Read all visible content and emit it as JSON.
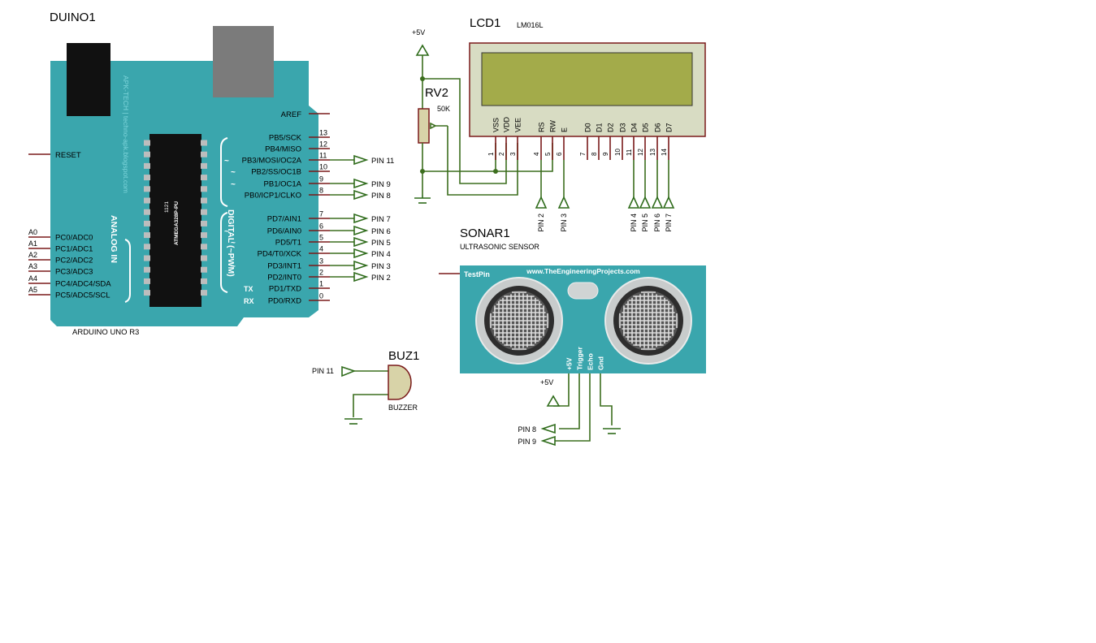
{
  "arduino": {
    "title": "DUINO1",
    "subtitle": "ARDUINO UNO R3",
    "vertical_brand": "APK-TECH | techno-apk.blogspot.com",
    "chip_id": "1121",
    "chip_name": "ATMEGA328P-PU",
    "analog_label": "ANALOG IN",
    "digital_label": "DIGITAL (~PWM)",
    "aref": "AREF",
    "reset": "RESET",
    "tx": "TX",
    "rx": "RX",
    "digital_pins": [
      {
        "name": "PB5/SCK",
        "num": "13"
      },
      {
        "name": "PB4/MISO",
        "num": "12"
      },
      {
        "name": "PB3/MOSI/OC2A",
        "num": "11"
      },
      {
        "name": "PB2/SS/OC1B",
        "num": "10"
      },
      {
        "name": "PB1/OC1A",
        "num": "9"
      },
      {
        "name": "PB0/ICP1/CLKO",
        "num": "8"
      },
      {
        "name": "PD7/AIN1",
        "num": "7"
      },
      {
        "name": "PD6/AIN0",
        "num": "6"
      },
      {
        "name": "PD5/T1",
        "num": "5"
      },
      {
        "name": "PD4/T0/XCK",
        "num": "4"
      },
      {
        "name": "PD3/INT1",
        "num": "3"
      },
      {
        "name": "PD2/INT0",
        "num": "2"
      },
      {
        "name": "PD1/TXD",
        "num": "1"
      },
      {
        "name": "PD0/RXD",
        "num": "0"
      }
    ],
    "analog_pins": [
      {
        "name": "PC0/ADC0",
        "num": "A0"
      },
      {
        "name": "PC1/ADC1",
        "num": "A1"
      },
      {
        "name": "PC2/ADC2",
        "num": "A2"
      },
      {
        "name": "PC3/ADC3",
        "num": "A3"
      },
      {
        "name": "PC4/ADC4/SDA",
        "num": "A4"
      },
      {
        "name": "PC5/ADC5/SCL",
        "num": "A5"
      }
    ],
    "tilde": "~",
    "terminals": [
      "PIN 11",
      "PIN 9",
      "PIN 8",
      "PIN 7",
      "PIN 6",
      "PIN 5",
      "PIN 4",
      "PIN 3",
      "PIN 2"
    ]
  },
  "lcd": {
    "title": "LCD1",
    "model": "LM016L",
    "pins": [
      {
        "name": "VSS",
        "num": "1"
      },
      {
        "name": "VDD",
        "num": "2"
      },
      {
        "name": "VEE",
        "num": "3"
      },
      {
        "name": "RS",
        "num": "4"
      },
      {
        "name": "RW",
        "num": "5"
      },
      {
        "name": "E",
        "num": "6"
      },
      {
        "name": "D0",
        "num": "7"
      },
      {
        "name": "D1",
        "num": "8"
      },
      {
        "name": "D2",
        "num": "9"
      },
      {
        "name": "D3",
        "num": "10"
      },
      {
        "name": "D4",
        "num": "11"
      },
      {
        "name": "D5",
        "num": "12"
      },
      {
        "name": "D6",
        "num": "13"
      },
      {
        "name": "D7",
        "num": "14"
      }
    ],
    "terminals": [
      "PIN 2",
      "PIN 3",
      "PIN 4",
      "PIN 5",
      "PIN 6",
      "PIN 7"
    ]
  },
  "pot": {
    "title": "RV2",
    "value": "50K",
    "supply": "+5V"
  },
  "sonar": {
    "title": "SONAR1",
    "subtitle": "ULTRASONIC SENSOR",
    "testpin": "TestPin",
    "website": "www.TheEngineeringProjects.com",
    "pins": [
      "+5V",
      "Trigger",
      "Echo",
      "Gnd"
    ],
    "supply": "+5V",
    "terminals": [
      "PIN 8",
      "PIN 9"
    ]
  },
  "buzzer": {
    "title": "BUZ1",
    "value": "BUZZER",
    "terminal": "PIN 11"
  },
  "colors": {
    "board": "#3aa6ad",
    "wire": "#3c6e1e",
    "pin": "#7a1a1a",
    "lcd_body": "#d8dcc3",
    "lcd_screen": "#a3ab4a"
  }
}
